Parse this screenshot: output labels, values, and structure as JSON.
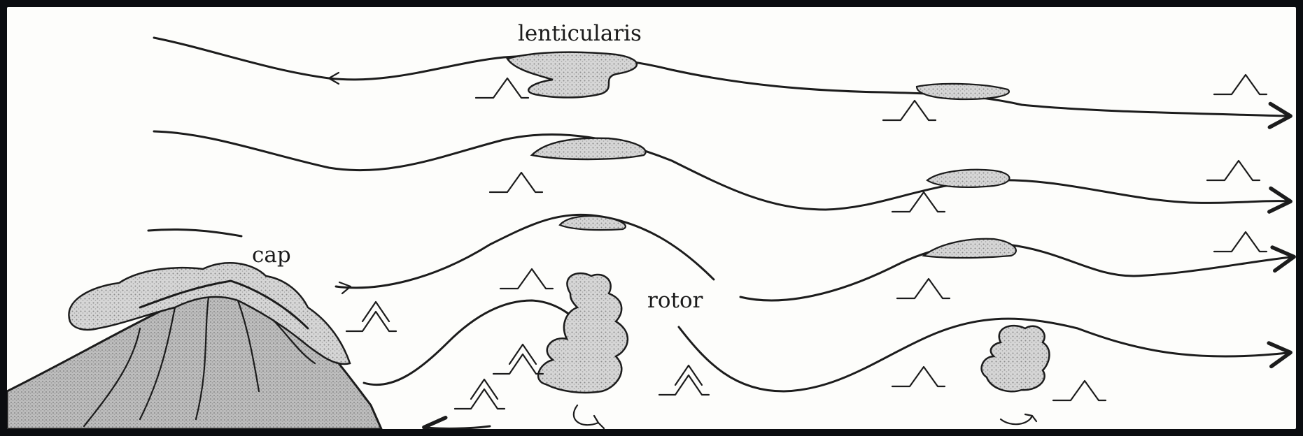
{
  "labels": {
    "lenticularis": "lenticularis",
    "cap": "cap",
    "rotor": "rotor"
  },
  "colors": {
    "ink": "#1c1c1c",
    "paper": "#fdfdfb",
    "frame": "#0b0d10",
    "cloud_fill": "#c9c9c9"
  }
}
